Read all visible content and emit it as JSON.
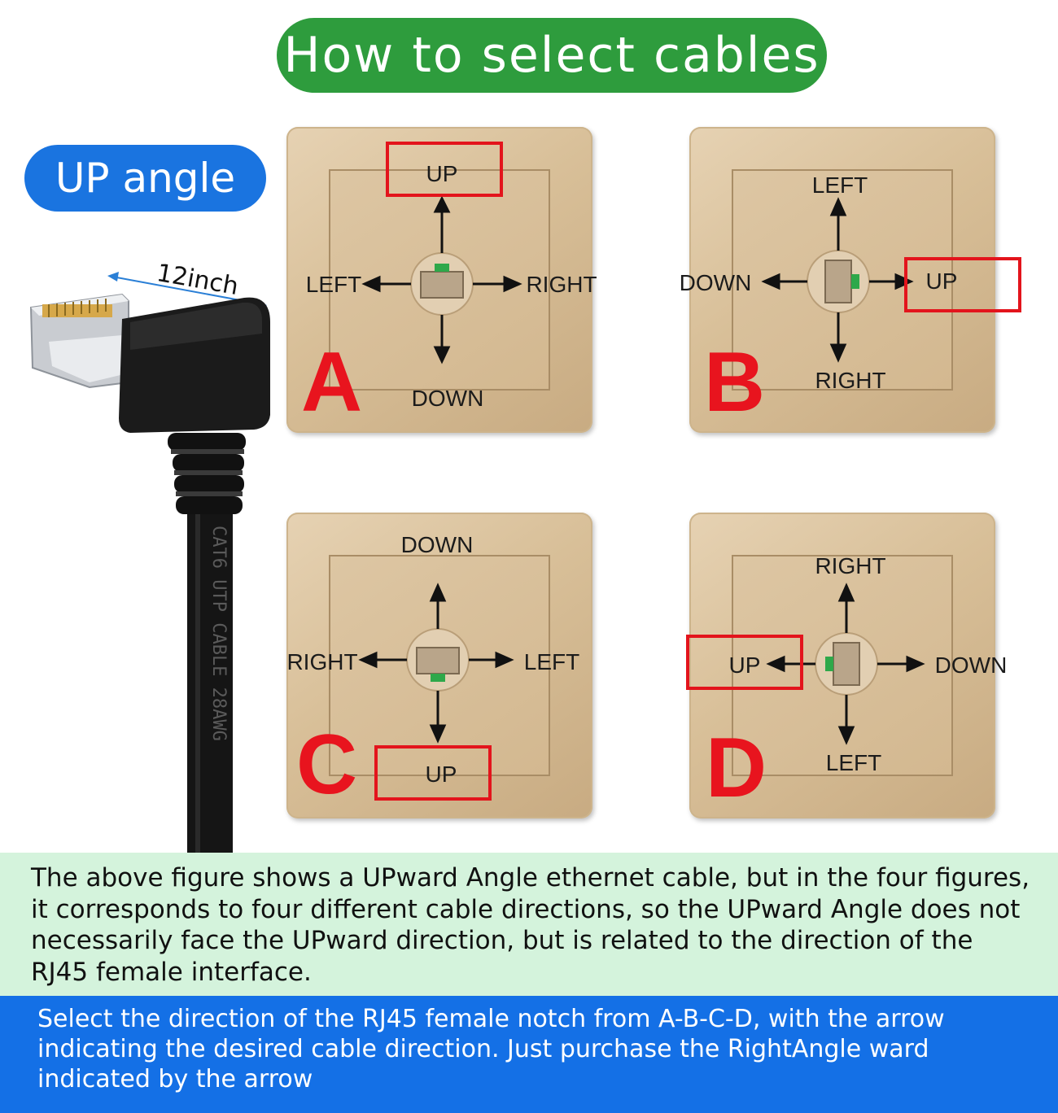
{
  "header": {
    "title": "How to select cables"
  },
  "badge": {
    "label": "UP angle"
  },
  "cable": {
    "length_label": "12inch",
    "jacket_print": "CAT6 UTP CABLE 28AWG"
  },
  "panels": [
    {
      "letter": "A",
      "top": "UP",
      "left": "LEFT",
      "right": "RIGHT",
      "bottom": "DOWN",
      "highlight": "UP"
    },
    {
      "letter": "B",
      "top": "LEFT",
      "left": "DOWN",
      "right": "UP",
      "bottom": "RIGHT",
      "highlight": "UP"
    },
    {
      "letter": "C",
      "top": "DOWN",
      "left": "RIGHT",
      "right": "LEFT",
      "bottom": "UP",
      "highlight": "UP"
    },
    {
      "letter": "D",
      "top": "RIGHT",
      "left": "UP",
      "right": "DOWN",
      "bottom": "LEFT",
      "highlight": "UP"
    }
  ],
  "notes": {
    "explanation": "The above figure shows a UPward Angle ethernet cable, but in the four figures, it corresponds to four different cable directions, so the UPward Angle does not necessarily face the UPward direction, but is related to the direction of the RJ45 female interface.",
    "instruction": "Select the direction of the RJ45 female notch from A-B-C-D, with the arrow indicating the desired cable direction. Just purchase the RightAngle ward indicated by the arrow"
  },
  "colors": {
    "title_bg": "#2e9c3d",
    "badge_bg": "#1a74e0",
    "highlight": "#e3141c",
    "letter": "#e8141e",
    "note_green_bg": "#d4f3dc",
    "note_blue_bg": "#1470e6"
  }
}
